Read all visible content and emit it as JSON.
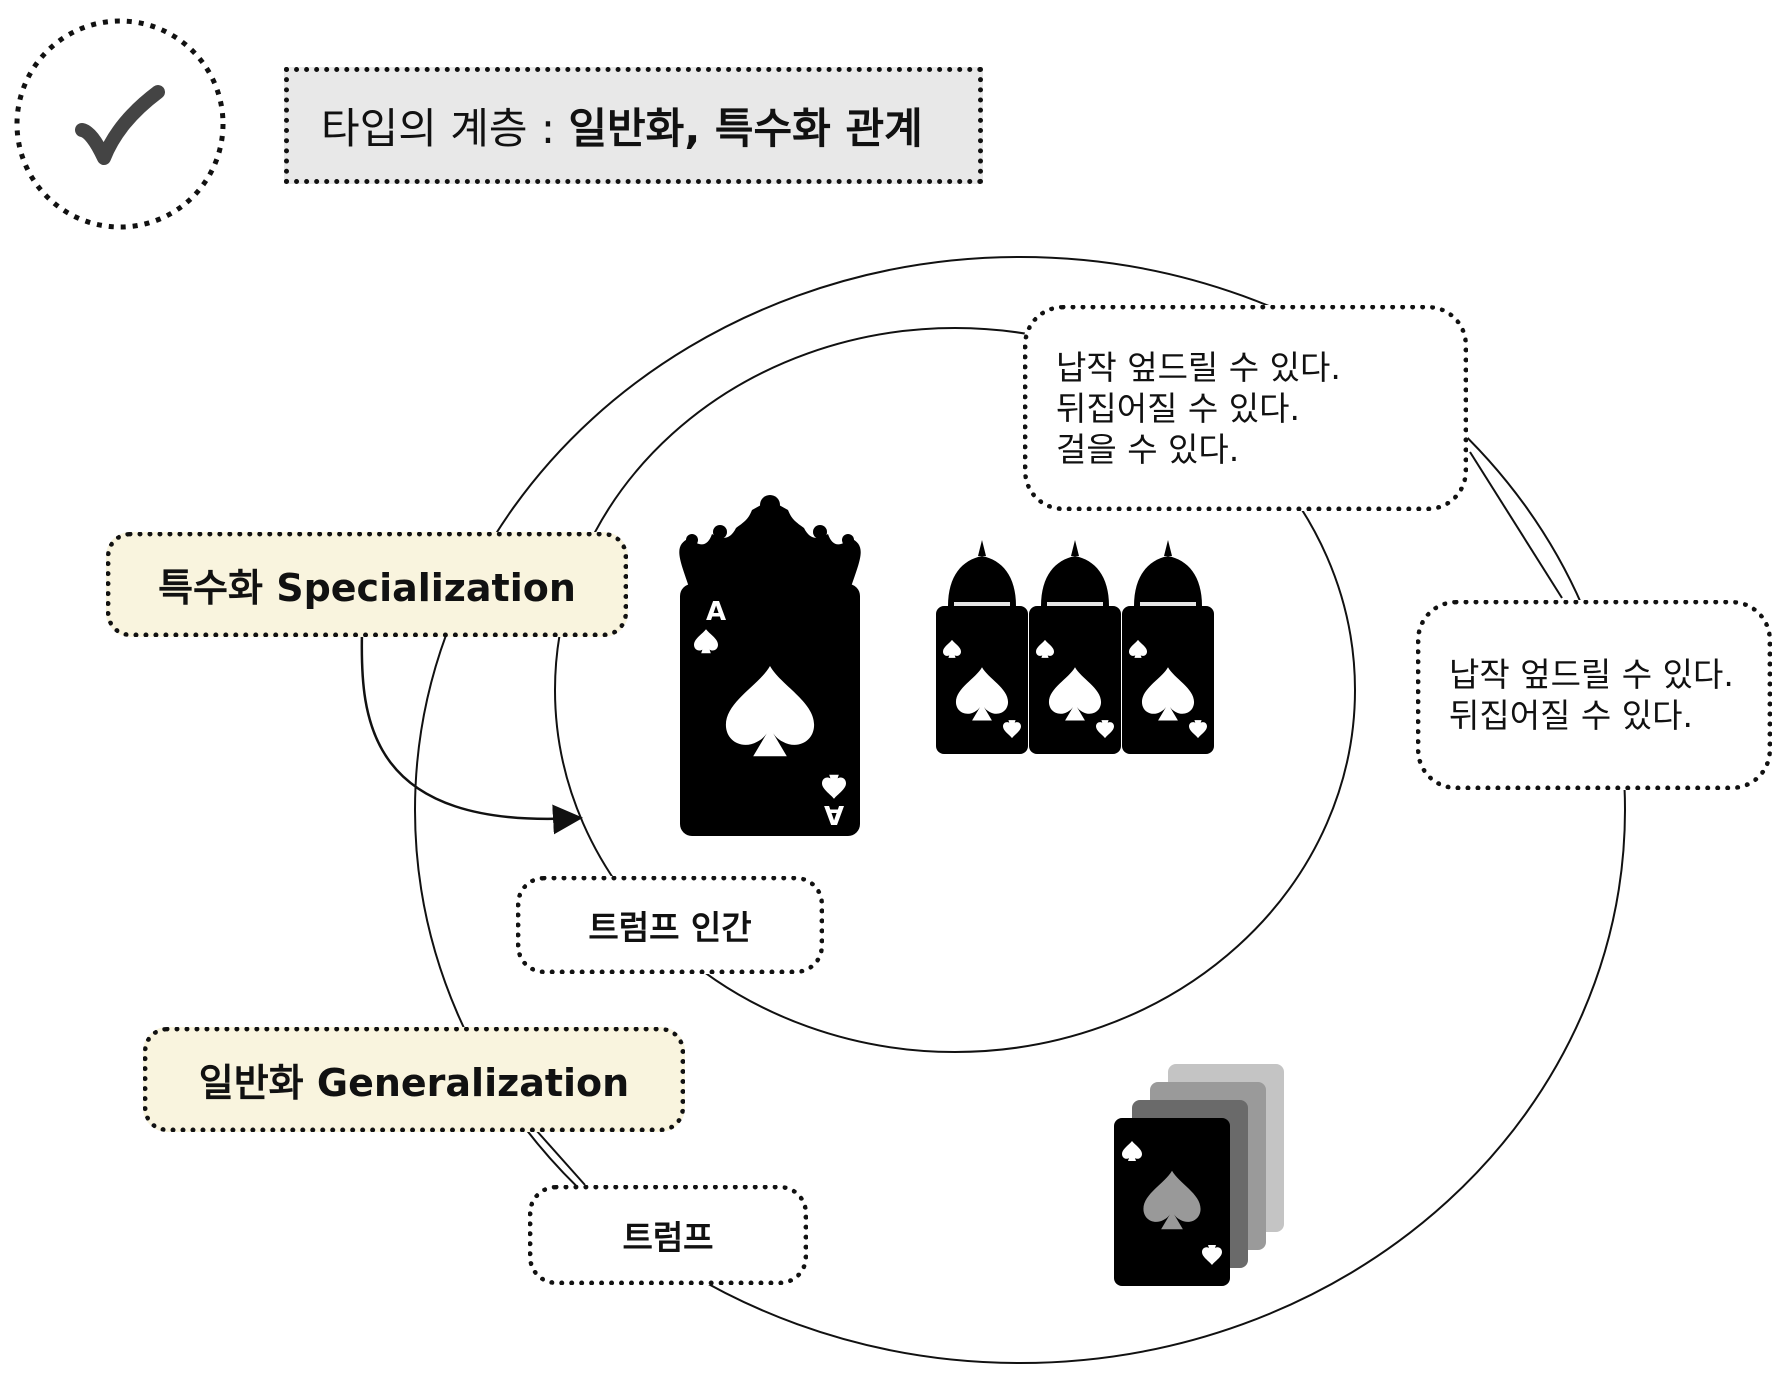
{
  "title": {
    "prefix": "타입의 계층 : ",
    "emphasis": "일반화, 특수화 관계"
  },
  "icons": {
    "check": "check-mark-icon",
    "ace_card": "ace-of-spades-card-icon"
  },
  "labels": {
    "specialization": "특수화 Specialization",
    "generalization": "일반화 Generalization"
  },
  "tags": {
    "trump_human": "트럼프 인간",
    "trump": "트럼프"
  },
  "notes": {
    "inner": [
      "납작 엎드릴 수 있다.",
      "뒤집어질 수 있다.",
      "걸을 수 있다."
    ],
    "outer": [
      "납작 엎드릴 수 있다.",
      "뒤집어질 수 있다."
    ]
  },
  "card": {
    "rank": "A"
  },
  "colors": {
    "label_fill": "#f9f4de",
    "title_fill": "#e8e8e8",
    "card": "#000000"
  }
}
